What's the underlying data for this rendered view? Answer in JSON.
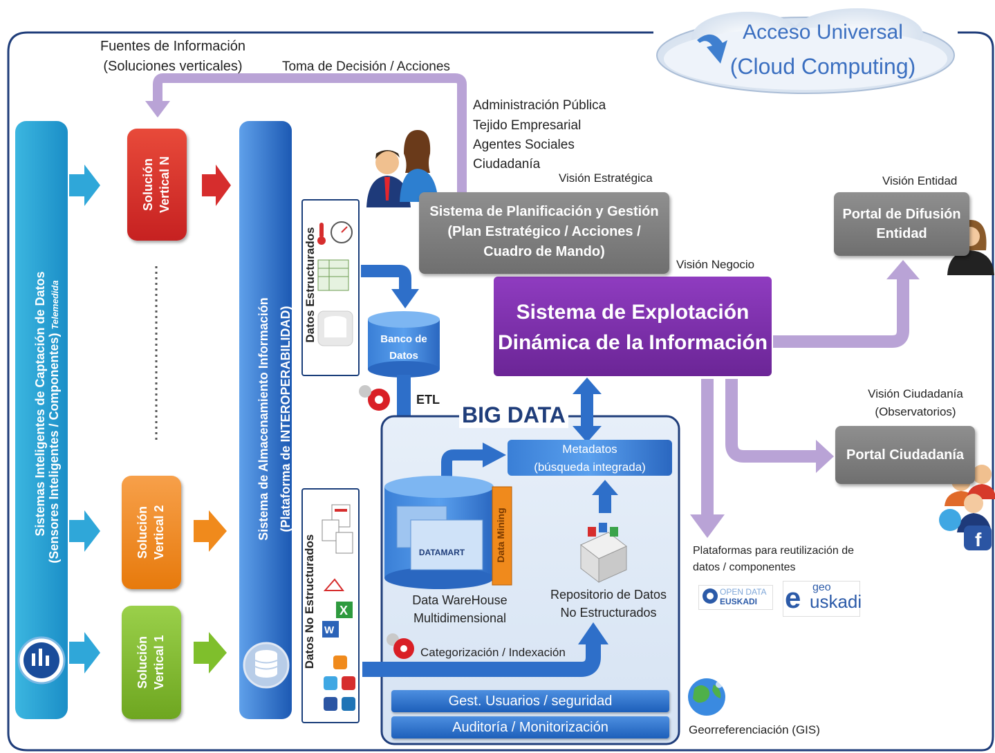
{
  "cloud": {
    "line1": "Acceso Universal",
    "line2": "(Cloud Computing)"
  },
  "fuentes": {
    "line1": "Fuentes de Información",
    "line2": "(Soluciones verticales)"
  },
  "toma_decision": "Toma de Decisión / Acciones",
  "audiencias": [
    "Administración Pública",
    "Tejido Empresarial",
    "Agentes Sociales",
    "Ciudadanía"
  ],
  "vision_estrategica": "Visión Estratégica",
  "vision_entidad": "Visión Entidad",
  "vision_negocio": "Visión Negocio",
  "vision_ciudadania": {
    "line1": "Visión Ciudadanía",
    "line2": "(Observatorios)"
  },
  "sensores": {
    "line1": "Sistemas Inteligentes de Captación de Datos",
    "line2": "(Sensores Inteligentes / Componentes)",
    "extra": "Telemedida"
  },
  "solucion_n": {
    "line1": "Solución",
    "line2": "Vertical N"
  },
  "solucion_2": {
    "line1": "Solución",
    "line2": "Vertical 2"
  },
  "solucion_1": {
    "line1": "Solución",
    "line2": "Vertical 1"
  },
  "almacenamiento": {
    "line1": "Sistema de Almacenamiento Información",
    "line2": "(Plataforma de INTEROPERABILIDAD)"
  },
  "datos_estructurados": "Datos Estructurados",
  "datos_no_estructurados": "Datos No Estructurados",
  "banco_datos": {
    "line1": "Banco de",
    "line2": "Datos"
  },
  "etl": "ETL",
  "big_data": "BIG DATA",
  "metadatos": {
    "line1": "Metadatos",
    "line2": "(búsqueda integrada)"
  },
  "datamart": "DATAMART",
  "data_mining": "Data Mining",
  "data_warehouse": {
    "line1": "Data WareHouse",
    "line2": "Multidimensional"
  },
  "repositorio": {
    "line1": "Repositorio de Datos",
    "line2": "No Estructurados"
  },
  "categorizacion": "Categorización / Indexación",
  "gest_usuarios": "Gest. Usuarios / seguridad",
  "auditoria": "Auditoría / Monitorización",
  "planificacion": {
    "line1": "Sistema de Planificación y Gestión",
    "line2": "(Plan Estratégico / Acciones /",
    "line3": "Cuadro de Mando)"
  },
  "explotacion": {
    "line1": "Sistema de Explotación",
    "line2": "Dinámica de la Información"
  },
  "portal_difusion": {
    "line1": "Portal de Difusión",
    "line2": "Entidad"
  },
  "portal_ciudadania": "Portal Ciudadanía",
  "plataformas": {
    "line1": "Plataformas para reutilización de",
    "line2": "datos / componentes"
  },
  "open_data": {
    "line1": "OPEN DATA",
    "line2": "EUSKADI"
  },
  "geo_euskadi": {
    "geo": "geo",
    "e": "e",
    "rest": "uskadi"
  },
  "georref": "Georreferenciación (GIS)",
  "colors": {
    "frame": "#1f3d7a",
    "purple": "#7d2ea8",
    "lavender": "#b9a3d6",
    "blue": "#2e6fc9",
    "red": "#d62d2d",
    "orange": "#f08a1c",
    "green": "#7fbf2c",
    "gray": "#7a7a7a"
  }
}
